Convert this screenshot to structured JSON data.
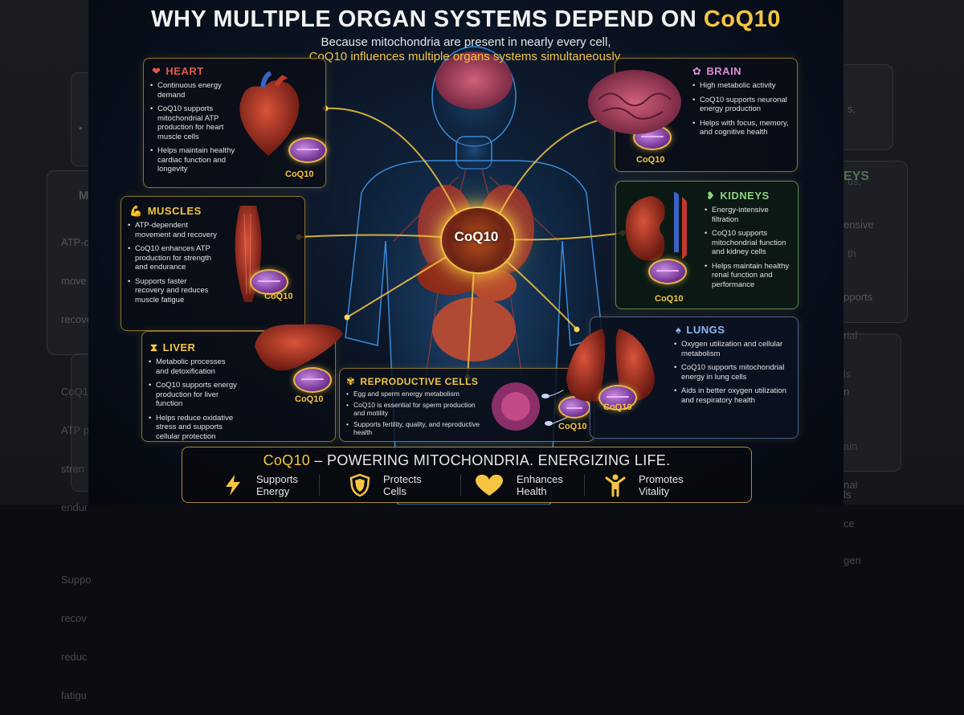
{
  "background": {
    "left_ghost": {
      "lines_a": [
        "•",
        ""
      ],
      "muscles_label": "M",
      "muscles_lines": [
        "ATP-c",
        "move",
        "recove",
        "",
        "CoQ1",
        "ATP p",
        "stren",
        "endur",
        "",
        "Suppo",
        "recov",
        "reduc",
        "fatigu"
      ]
    },
    "right_ghost": {
      "lines_a": [
        "s,",
        "",
        "us,",
        "",
        "th"
      ],
      "kidneys_label": "EYS",
      "kidneys_lines": [
        "ensive",
        "",
        "pports",
        "rial",
        "ls",
        "",
        "ain",
        "nal",
        "ce"
      ],
      "lungs_lines": [
        "n",
        "",
        "ls",
        "",
        "gen"
      ]
    }
  },
  "header": {
    "title_main": "WHY MULTIPLE ORGAN SYSTEMS DEPEND ON ",
    "title_accent": "CoQ10",
    "subtitle_line1": "Because mitochondria are present in nearly every cell,",
    "subtitle_line2": "CoQ10 influences multiple organs systems simultaneously."
  },
  "center": {
    "label": "CoQ10"
  },
  "tag_label": "CoQ10",
  "cards": {
    "heart": {
      "icon": "heart-icon",
      "title": "HEART",
      "color": "#e35a4b",
      "bullets": [
        "Continuous energy demand",
        "CoQ10 supports mitochondrial ATP production for heart muscle cells",
        "Helps maintain healthy cardiac function and longevity"
      ]
    },
    "brain": {
      "icon": "brain-icon",
      "title": "BRAIN",
      "color": "#e08ad6",
      "bullets": [
        "High metabolic activity",
        "CoQ10 supports neuronal energy production",
        "Helps with focus, memory, and cognitive health"
      ]
    },
    "muscles": {
      "icon": "flexed-arm-icon",
      "title": "MUSCLES",
      "color": "#f5c542",
      "bullets": [
        "ATP-dependent movement and recovery",
        "CoQ10 enhances ATP production for strength and endurance",
        "Supports faster recovery and reduces muscle fatigue"
      ]
    },
    "kidneys": {
      "icon": "kidney-icon",
      "title": "KIDNEYS",
      "color": "#8fd27f",
      "bullets": [
        "Energy-intensive filtration",
        "CoQ10 supports mitochondrial function and kidney cells",
        "Helps maintain healthy renal function and performance"
      ]
    },
    "liver": {
      "icon": "dna-icon",
      "title": "LIVER",
      "color": "#f5c542",
      "bullets": [
        "Metabolic processes and detoxification",
        "CoQ10 supports energy production for liver function",
        "Helps reduce oxidative stress and supports cellular protection"
      ]
    },
    "reproductive": {
      "icon": "cells-icon",
      "title": "REPRODUCTIVE CELLS",
      "color": "#f5c542",
      "bullets": [
        "Egg and sperm energy metabolism",
        "CoQ10 is essential for sperm production and motility",
        "Supports fertility, quality, and reproductive health"
      ]
    },
    "lungs": {
      "icon": "lungs-icon",
      "title": "LUNGS",
      "color": "#8fb8f0",
      "bullets": [
        "Oxygen utilization and cellular metabolism",
        "CoQ10 supports mitochondrial energy in lung cells",
        "Aids in better oxygen utilization and respiratory health"
      ]
    }
  },
  "footer": {
    "accent": "CoQ10",
    "tagline": " – POWERING MITOCHONDRIA. ENERGIZING LIFE.",
    "benefits": [
      {
        "icon": "lightning-icon",
        "line1": "Supports",
        "line2": "Energy"
      },
      {
        "icon": "shield-icon",
        "line1": "Protects",
        "line2": "Cells"
      },
      {
        "icon": "heart-icon",
        "line1": "Enhances",
        "line2": "Health"
      },
      {
        "icon": "person-raised-arms-icon",
        "line1": "Promotes",
        "line2": "Vitality"
      }
    ]
  },
  "colors": {
    "accent": "#f5c542",
    "panel_border": "#f5c542"
  }
}
